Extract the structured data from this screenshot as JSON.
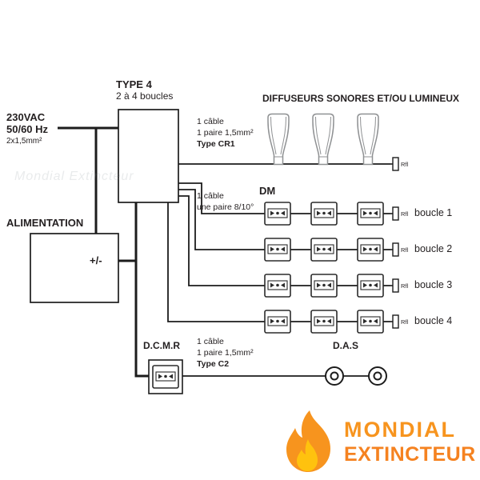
{
  "colors": {
    "line": "#1c1c1c",
    "text": "#231f20",
    "icon_grey": "#8f9193",
    "logo_orange": "#f7941e",
    "logo_orange_dark": "#f58220",
    "logo_yellow": "#ffc20e"
  },
  "panel": {
    "title": "TYPE 4",
    "subtitle": "2 à 4 boucles"
  },
  "mains": {
    "line1": "230VAC",
    "line2": "50/60 Hz",
    "line3": "2x1,5mm²"
  },
  "alimentation": {
    "label": "ALIMENTATION",
    "polarity": "+/-"
  },
  "sounders": {
    "title": "DIFFUSEURS SONORES ET/OU LUMINEUX",
    "cable": [
      "1 câble",
      "1 paire 1,5mm²",
      "Type CR1"
    ]
  },
  "dm": {
    "label": "DM",
    "cable": [
      "1 câble",
      "une paire 8/10°"
    ]
  },
  "loops": [
    {
      "label": "boucle 1"
    },
    {
      "label": "boucle 2"
    },
    {
      "label": "boucle 3"
    },
    {
      "label": "boucle 4"
    }
  ],
  "dcmr": {
    "label": "D.C.M.R",
    "cable": [
      "1 câble",
      "1 paire 1,5mm²",
      "Type C2"
    ]
  },
  "das": {
    "label": "D.A.S"
  },
  "rfl_label": "Rfl",
  "watermark": "Mondial Extincteur",
  "logo": {
    "line1": "MONDIAL",
    "line2": "EXTINCTEUR"
  }
}
